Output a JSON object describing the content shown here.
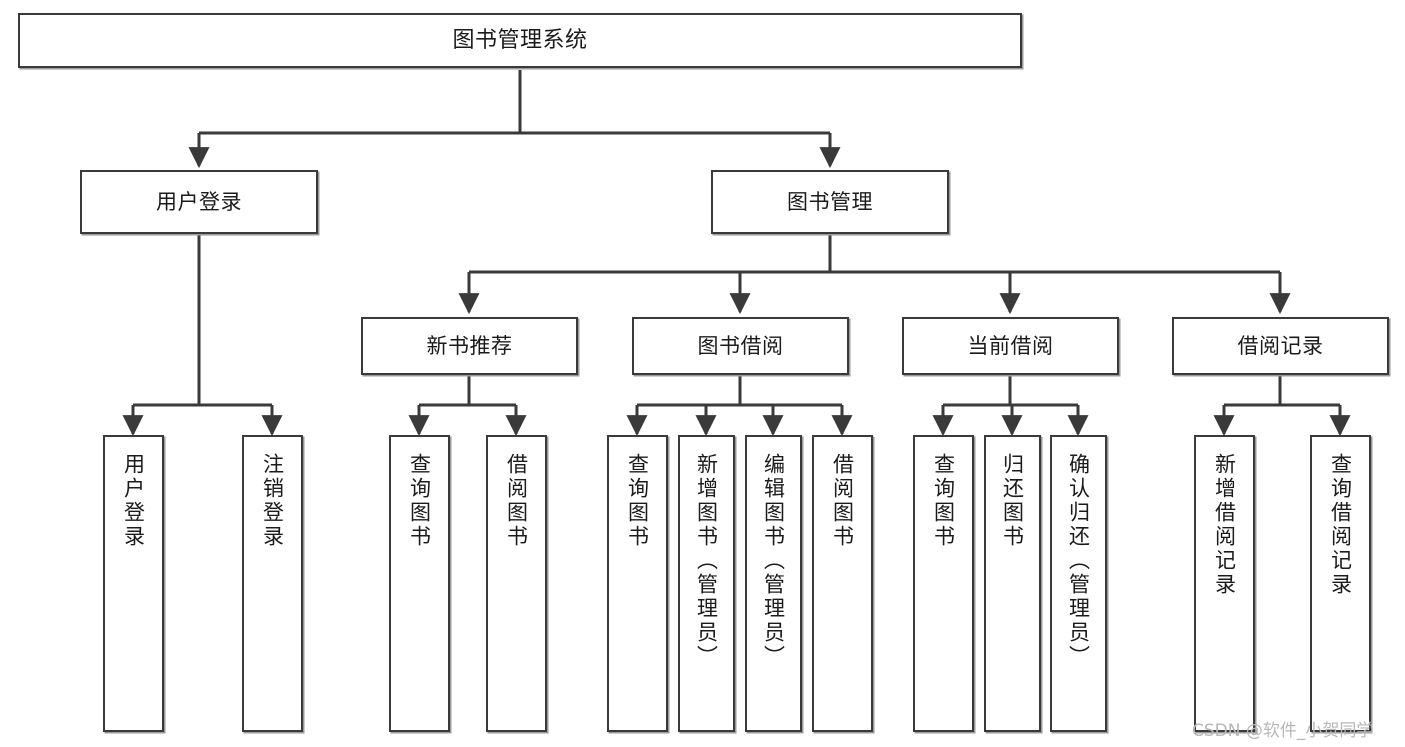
{
  "diagram": {
    "title": "图书管理系统",
    "type": "tree",
    "watermark": "CSDN @软件_小贺同学",
    "colors": {
      "border": "#3a3a3a",
      "background": "#ffffff",
      "text": "#1b1b1b",
      "connector": "#3a3a3a",
      "watermark": "#b7b7b7"
    },
    "levels": {
      "root": "图书管理系统",
      "level2": [
        "用户登录",
        "图书管理"
      ],
      "level3": [
        "新书推荐",
        "图书借阅",
        "当前借阅",
        "借阅记录"
      ]
    },
    "nodes": {
      "root": {
        "label": "图书管理系统"
      },
      "user_login": {
        "label": "用户登录"
      },
      "book_manage": {
        "label": "图书管理"
      },
      "new_book_rec": {
        "label": "新书推荐"
      },
      "book_borrow": {
        "label": "图书借阅"
      },
      "current_borrow": {
        "label": "当前借阅"
      },
      "borrow_record": {
        "label": "借阅记录"
      },
      "leaf_1": {
        "label": "用户登录"
      },
      "leaf_2": {
        "label": "注销登录"
      },
      "leaf_3": {
        "label": "查询图书"
      },
      "leaf_4": {
        "label": "借阅图书"
      },
      "leaf_5": {
        "label": "查询图书"
      },
      "leaf_6": {
        "label": "新增图书（管理员）"
      },
      "leaf_7": {
        "label": "编辑图书（管理员）"
      },
      "leaf_8": {
        "label": "借阅图书"
      },
      "leaf_9": {
        "label": "查询图书"
      },
      "leaf_10": {
        "label": "归还图书"
      },
      "leaf_11": {
        "label": "确认归还（管理员）"
      },
      "leaf_12": {
        "label": "新增借阅记录"
      },
      "leaf_13": {
        "label": "查询借阅记录"
      }
    },
    "edges": [
      {
        "from": "root",
        "to": "user_login"
      },
      {
        "from": "root",
        "to": "book_manage"
      },
      {
        "from": "user_login",
        "to": "leaf_1"
      },
      {
        "from": "user_login",
        "to": "leaf_2"
      },
      {
        "from": "book_manage",
        "to": "new_book_rec"
      },
      {
        "from": "book_manage",
        "to": "book_borrow"
      },
      {
        "from": "book_manage",
        "to": "current_borrow"
      },
      {
        "from": "book_manage",
        "to": "borrow_record"
      },
      {
        "from": "new_book_rec",
        "to": "leaf_3"
      },
      {
        "from": "new_book_rec",
        "to": "leaf_4"
      },
      {
        "from": "book_borrow",
        "to": "leaf_5"
      },
      {
        "from": "book_borrow",
        "to": "leaf_6"
      },
      {
        "from": "book_borrow",
        "to": "leaf_7"
      },
      {
        "from": "book_borrow",
        "to": "leaf_8"
      },
      {
        "from": "current_borrow",
        "to": "leaf_9"
      },
      {
        "from": "current_borrow",
        "to": "leaf_10"
      },
      {
        "from": "current_borrow",
        "to": "leaf_11"
      },
      {
        "from": "borrow_record",
        "to": "leaf_12"
      },
      {
        "from": "borrow_record",
        "to": "leaf_13"
      }
    ]
  }
}
